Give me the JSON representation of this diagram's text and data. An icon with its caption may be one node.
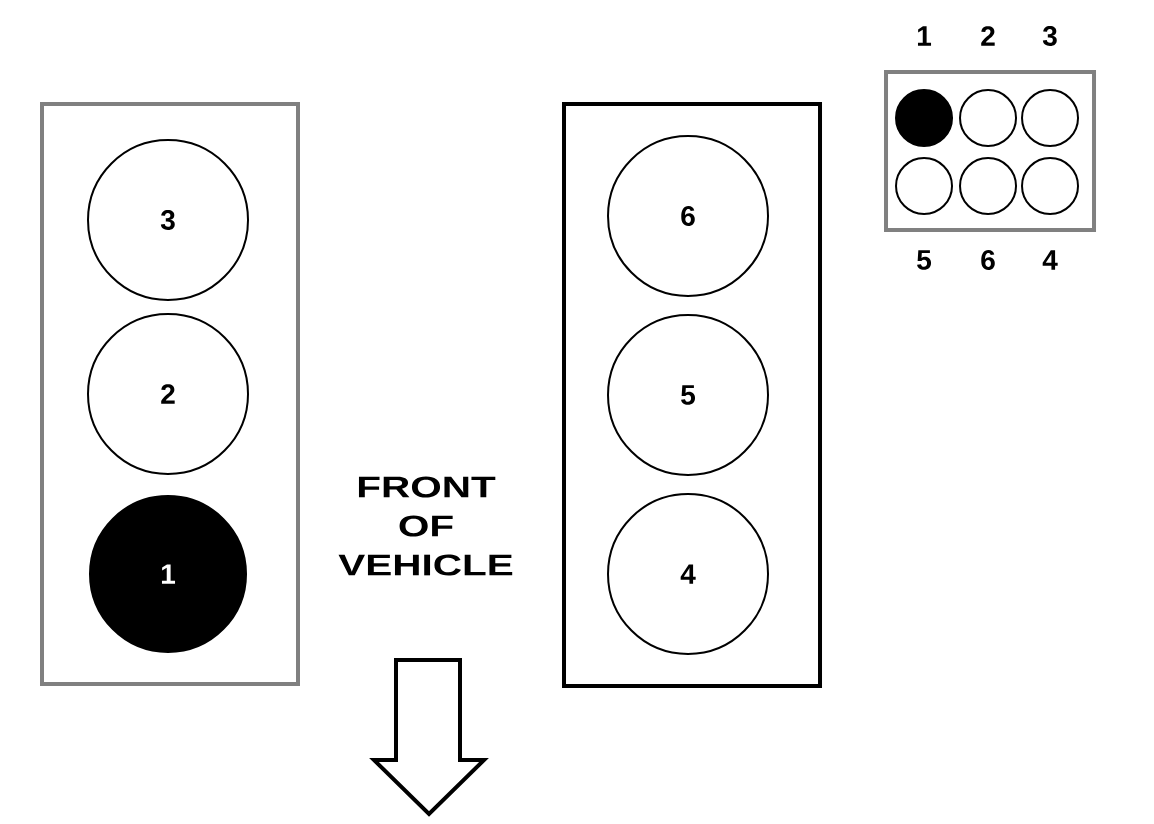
{
  "diagram": {
    "nodes": [
      {
        "text": [],
        "shape": "box"
      },
      {
        "text": [
          "3"
        ],
        "in": 0
      },
      {
        "text": [
          "2"
        ],
        "in": 0
      },
      {
        "text": [
          "1"
        ],
        "in": 0
      },
      {
        "text": [],
        "shape": "box"
      },
      {
        "text": [
          "6"
        ],
        "in": 4
      },
      {
        "text": [
          "5"
        ],
        "in": 4
      },
      {
        "text": [
          "4"
        ],
        "in": 4
      },
      {
        "text": [],
        "shape": "box"
      },
      {
        "text": [],
        "shape": "circle",
        "beside": [
          "1"
        ],
        "in": 8
      },
      {
        "text": [],
        "shape": "circle",
        "beside": [
          "2"
        ],
        "in": 8
      },
      {
        "text": [],
        "shape": "circle",
        "beside": [
          "3"
        ],
        "in": 8
      },
      {
        "text": [],
        "shape": "circle",
        "beside": [
          "5"
        ],
        "in": 8
      },
      {
        "text": [],
        "shape": "circle",
        "beside": [
          "6"
        ],
        "in": 8
      },
      {
        "text": [],
        "shape": "circle",
        "beside": [
          "4"
        ],
        "in": 8
      }
    ],
    "labels": [
      "FRONT OF VEHICLE"
    ]
  }
}
